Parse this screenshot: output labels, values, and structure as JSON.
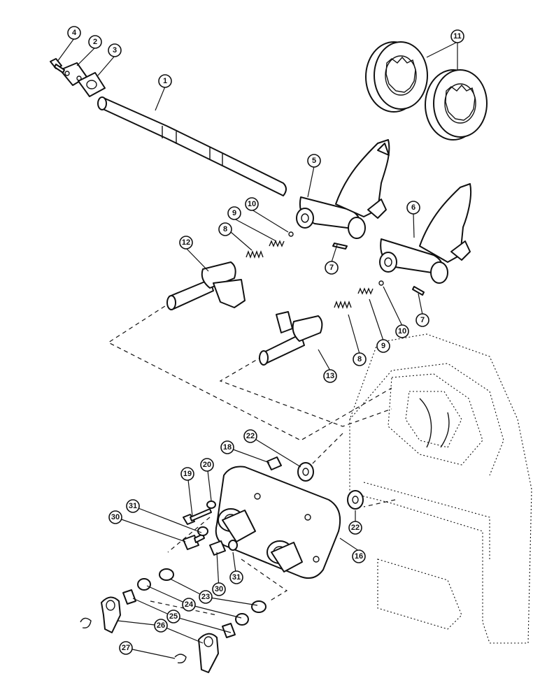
{
  "callouts": [
    {
      "id": "c1",
      "label": "1"
    },
    {
      "id": "c2",
      "label": "2"
    },
    {
      "id": "c3",
      "label": "3"
    },
    {
      "id": "c4",
      "label": "4"
    },
    {
      "id": "c5",
      "label": "5"
    },
    {
      "id": "c6",
      "label": "6"
    },
    {
      "id": "c7a",
      "label": "7"
    },
    {
      "id": "c7b",
      "label": "7"
    },
    {
      "id": "c8a",
      "label": "8"
    },
    {
      "id": "c8b",
      "label": "8"
    },
    {
      "id": "c9a",
      "label": "9"
    },
    {
      "id": "c9b",
      "label": "9"
    },
    {
      "id": "c10a",
      "label": "10"
    },
    {
      "id": "c10b",
      "label": "10"
    },
    {
      "id": "c11",
      "label": "11"
    },
    {
      "id": "c12",
      "label": "12"
    },
    {
      "id": "c13",
      "label": "13"
    },
    {
      "id": "c16",
      "label": "16"
    },
    {
      "id": "c18",
      "label": "18"
    },
    {
      "id": "c19",
      "label": "19"
    },
    {
      "id": "c20",
      "label": "20"
    },
    {
      "id": "c22a",
      "label": "22"
    },
    {
      "id": "c22b",
      "label": "22"
    },
    {
      "id": "c23",
      "label": "23"
    },
    {
      "id": "c24",
      "label": "24"
    },
    {
      "id": "c25",
      "label": "25"
    },
    {
      "id": "c26",
      "label": "26"
    },
    {
      "id": "c27",
      "label": "27"
    },
    {
      "id": "c30a",
      "label": "30"
    },
    {
      "id": "c30b",
      "label": "30"
    },
    {
      "id": "c31a",
      "label": "31"
    },
    {
      "id": "c31b",
      "label": "31"
    }
  ]
}
